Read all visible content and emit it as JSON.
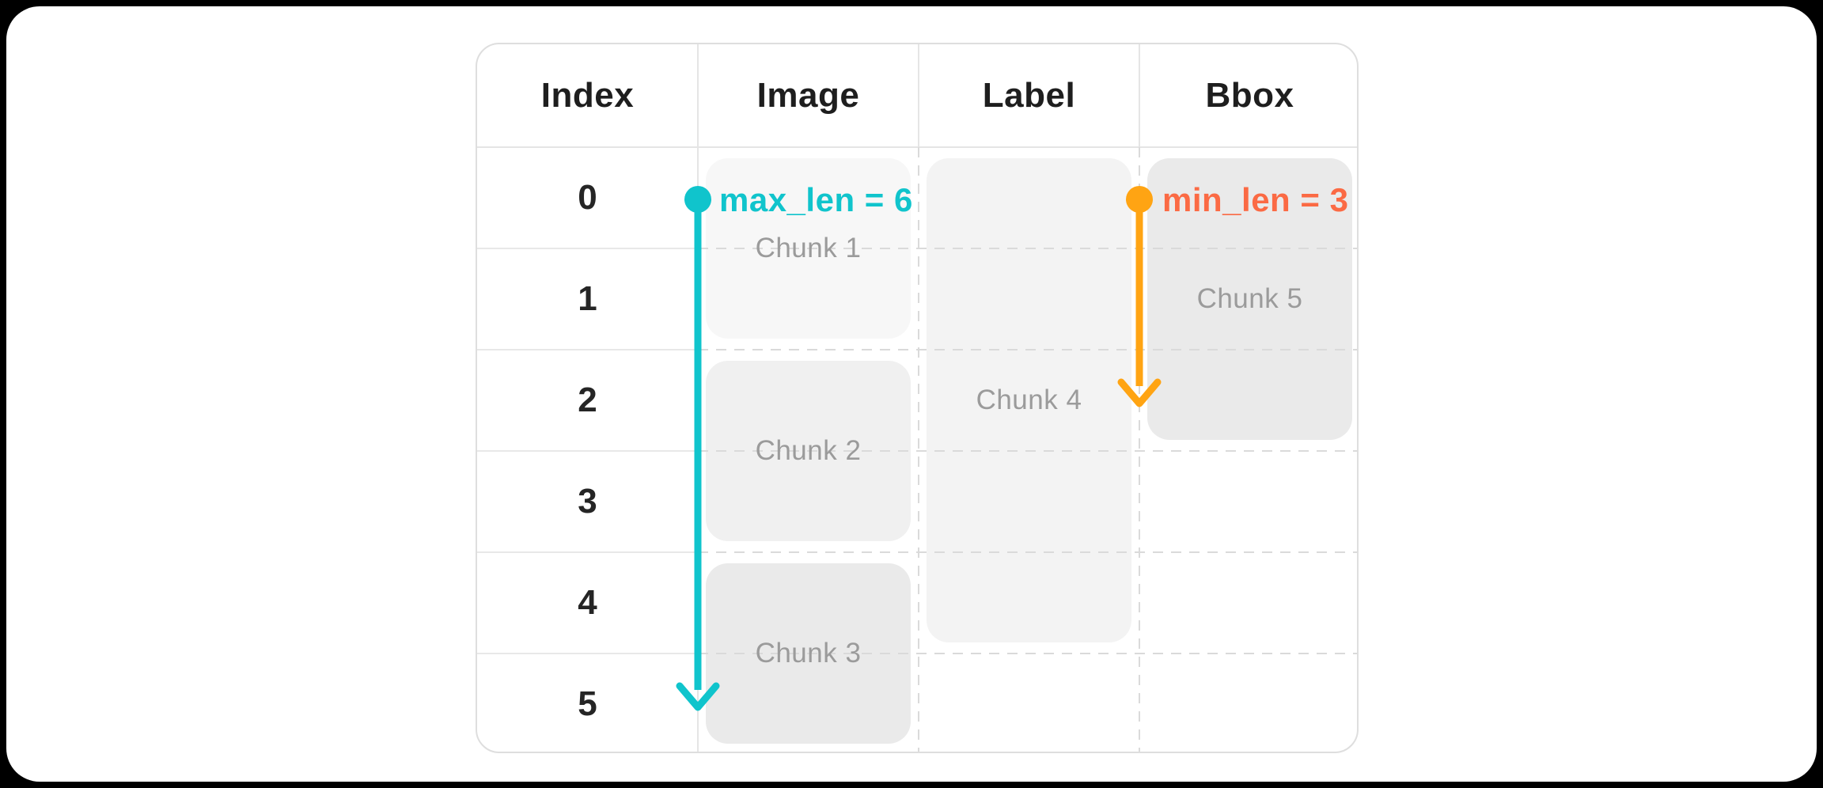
{
  "page": {
    "background_color": "#000000",
    "card_color": "#FFFFFF"
  },
  "table": {
    "headers": [
      "Index",
      "Image",
      "Label",
      "Bbox"
    ],
    "row_indices": [
      "0",
      "1",
      "2",
      "3",
      "4",
      "5"
    ],
    "chunks": [
      {
        "label": "Chunk 1",
        "column": "Image",
        "rows": "0-1",
        "fill": "#F7F7F7"
      },
      {
        "label": "Chunk 2",
        "column": "Image",
        "rows": "2-3",
        "fill": "#F0F0F0"
      },
      {
        "label": "Chunk 3",
        "column": "Image",
        "rows": "4-5",
        "fill": "#EAEAEA"
      },
      {
        "label": "Chunk 4",
        "column": "Label",
        "rows": "0-4",
        "fill": "#F3F3F3"
      },
      {
        "label": "Chunk 5",
        "column": "Bbox",
        "rows": "0-2",
        "fill": "#EAEAEA"
      }
    ],
    "annotations": {
      "max_len": {
        "label": "max_len = 6",
        "value": 6,
        "rows": "0-5",
        "text_color": "#10C4CC",
        "arrow_color": "#10C4CC"
      },
      "min_len": {
        "label": "min_len = 3",
        "value": 3,
        "rows": "0-2",
        "text_color": "#FB6A44",
        "arrow_color": "#FFA413"
      }
    }
  }
}
